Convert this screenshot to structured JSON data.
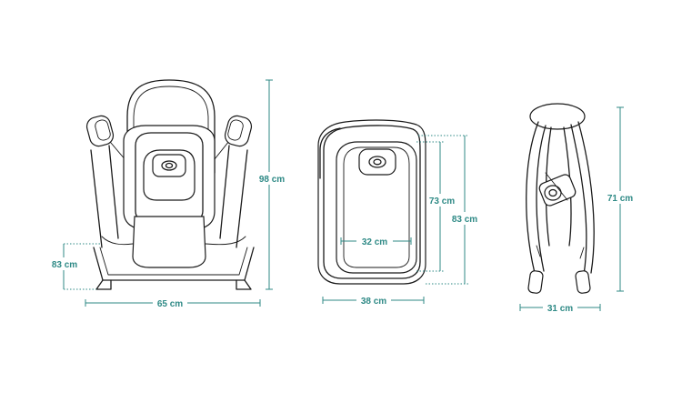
{
  "front_view": {
    "height_label": "98 cm",
    "width_label": "65 cm",
    "seat_height_label": "83 cm"
  },
  "top_view": {
    "inner_length_label": "73 cm",
    "outer_length_label": "83 cm",
    "inner_width_label": "32 cm",
    "outer_width_label": "38 cm"
  },
  "side_view": {
    "height_label": "71 cm",
    "width_label": "31 cm"
  },
  "colors": {
    "dimension": "#2f8a86",
    "ink": "#1a1a1a"
  }
}
